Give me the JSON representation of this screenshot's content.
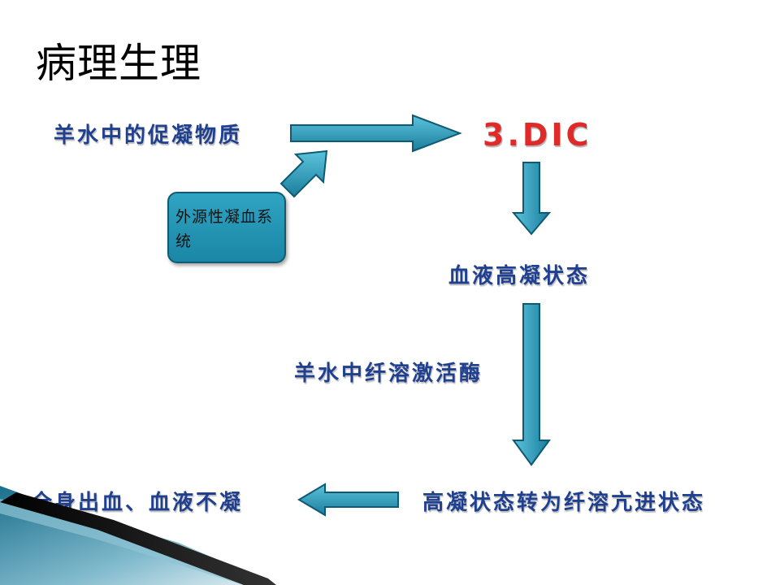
{
  "title": "病理生理",
  "nodes": {
    "amniotic_procoagulant": "羊水中的促凝物质",
    "extrinsic_system": "外源性凝血系统",
    "dic": "3.DIC",
    "hypercoagulable": "血液高凝状态",
    "amniotic_fibrinolysin": "羊水中纤溶激活酶",
    "transition": "高凝状态转为纤溶亢进状态",
    "outcome": "全身出血、血液不凝"
  },
  "colors": {
    "arrow_fill": "#2b9ab8",
    "arrow_stroke": "#0e5a73",
    "label_text": "#1f3f8f",
    "dic_text": "#e02a2a",
    "box_fill": "#22a0c0"
  }
}
